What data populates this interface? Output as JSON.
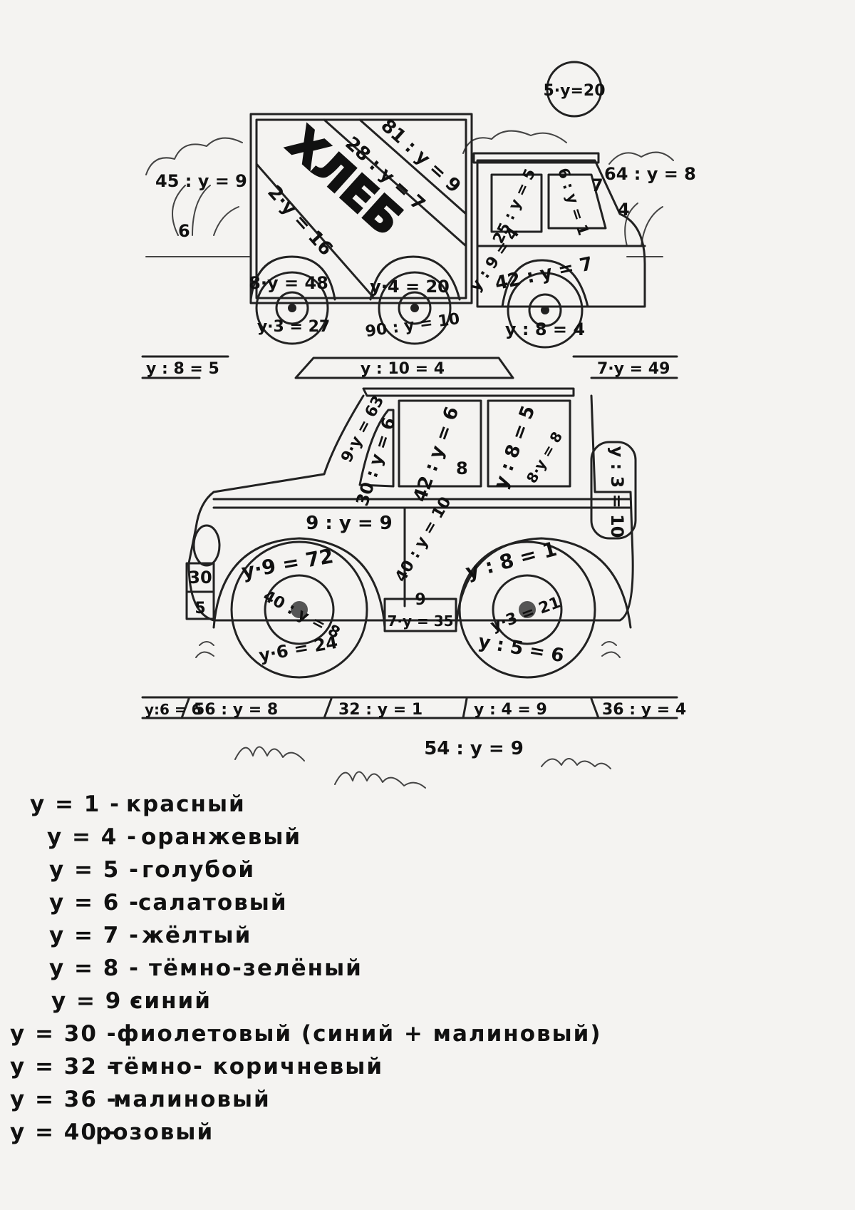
{
  "sun": {
    "label": "5·y=20"
  },
  "truck": {
    "sign": "ХЛЕБ",
    "labels": {
      "bush_left": "45 : y = 9",
      "bush_left_num": "6",
      "box_top": "81 : y = 9",
      "box_mid": "28 : y = 7",
      "box_low": "2·y = 16",
      "window_front": "25 : y = 5",
      "window_back": "6 : y = 1",
      "cab_side": "7",
      "bush_right": "64 : y = 8",
      "bush_right_num": "4",
      "door": "y : 9 = 4",
      "fender_front": "42 : y = 7",
      "wheel1_top": "8·y = 48",
      "wheel1_bottom": "y·3 = 27",
      "wheel2_top": "y·4 = 20",
      "wheel2_bottom": "90 : y = 10",
      "wheel3_bottom": "y : 8 = 4"
    },
    "road": {
      "left": "y : 8 = 5",
      "middle": "y : 10 = 4",
      "right": "7·y = 49"
    }
  },
  "car": {
    "labels": {
      "roof_pillar": "9·y = 63",
      "windshield": "30 : y = 6",
      "window1": "42 : y = 6",
      "window1_num": "8",
      "window2": "y : 8 = 5",
      "window2_small": "8·y = 8",
      "spare": "y : 3 = 10",
      "hood": "9 : y = 9",
      "door_line": "40 : y = 10",
      "bumper_top": "30",
      "bumper_bottom": "5",
      "fender_front": "y·9 = 72",
      "fender_rear": "y : 8 = 1",
      "sill_num": "9",
      "sill": "7·y = 35",
      "hub_front": "40 : y = 8",
      "tire_front": "y·6 = 24",
      "hub_rear": "y·3 = 21",
      "tire_rear": "y : 5 = 6"
    },
    "road": {
      "s1": "y:6 = 6",
      "s2": "56 : y = 8",
      "s3": "32 : y = 1",
      "s4": "y : 4 = 9",
      "s5": "36 : y = 4",
      "below": "54 : y = 9"
    }
  },
  "legend": [
    {
      "eq": "y = 1 -",
      "color": "красный"
    },
    {
      "eq": "y = 4 -",
      "color": "оранжевый"
    },
    {
      "eq": "y = 5 -",
      "color": "голубой"
    },
    {
      "eq": "y = 6 -",
      "color": "салатовый"
    },
    {
      "eq": "y = 7 -",
      "color": "жёлтый"
    },
    {
      "eq": "y = 8 -",
      "color": "тёмно-зелёный"
    },
    {
      "eq": "y = 9 -",
      "color": "синий"
    },
    {
      "eq": "y = 30 -",
      "color": "фиолетовый (синий + малиновый)"
    },
    {
      "eq": "y = 32 -",
      "color": "тёмно- коричневый"
    },
    {
      "eq": "y = 36 -",
      "color": "малиновый"
    },
    {
      "eq": "y = 40 -",
      "color": "розовый"
    }
  ]
}
